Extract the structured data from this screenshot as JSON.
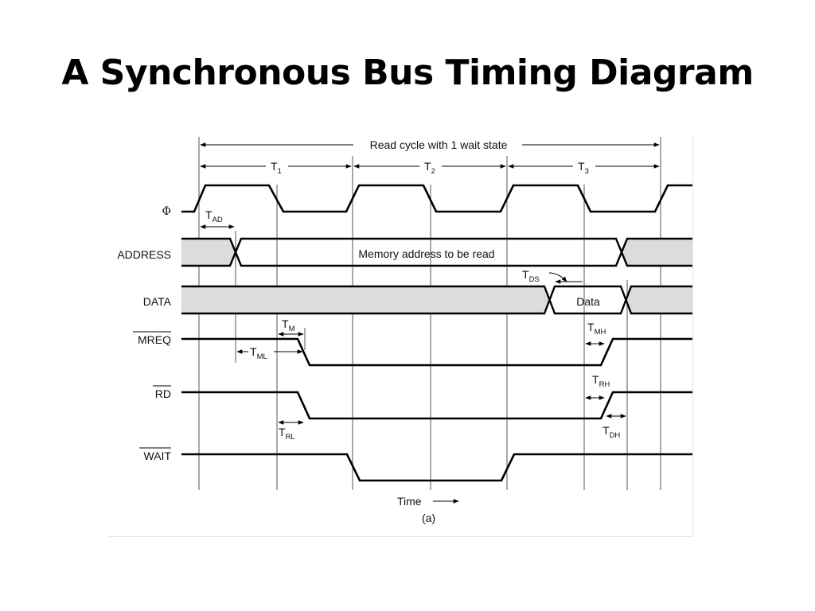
{
  "slide": {
    "title": "A Synchronous Bus Timing Diagram"
  },
  "diagram": {
    "read_cycle_label": "Read cycle with 1 wait state",
    "periods": [
      {
        "letter": "T",
        "sub": "1"
      },
      {
        "letter": "T",
        "sub": "2"
      },
      {
        "letter": "T",
        "sub": "3"
      }
    ],
    "signals": {
      "clock": "Φ",
      "address": "ADDRESS",
      "data": "DATA",
      "mreq": "MREQ",
      "rd": "RD",
      "wait": "WAIT"
    },
    "address_text": "Memory address to be read",
    "data_text": "Data",
    "timings": [
      {
        "id": "ad",
        "letter": "T",
        "sub": "AD"
      },
      {
        "id": "ds",
        "letter": "T",
        "sub": "DS"
      },
      {
        "id": "m",
        "letter": "T",
        "sub": "M"
      },
      {
        "id": "ml",
        "letter": "T",
        "sub": "ML"
      },
      {
        "id": "mh",
        "letter": "T",
        "sub": "MH"
      },
      {
        "id": "rh",
        "letter": "T",
        "sub": "RH"
      },
      {
        "id": "rl",
        "letter": "T",
        "sub": "RL"
      },
      {
        "id": "dh",
        "letter": "T",
        "sub": "DH"
      }
    ],
    "time_label": "Time",
    "caption": "(a)"
  }
}
